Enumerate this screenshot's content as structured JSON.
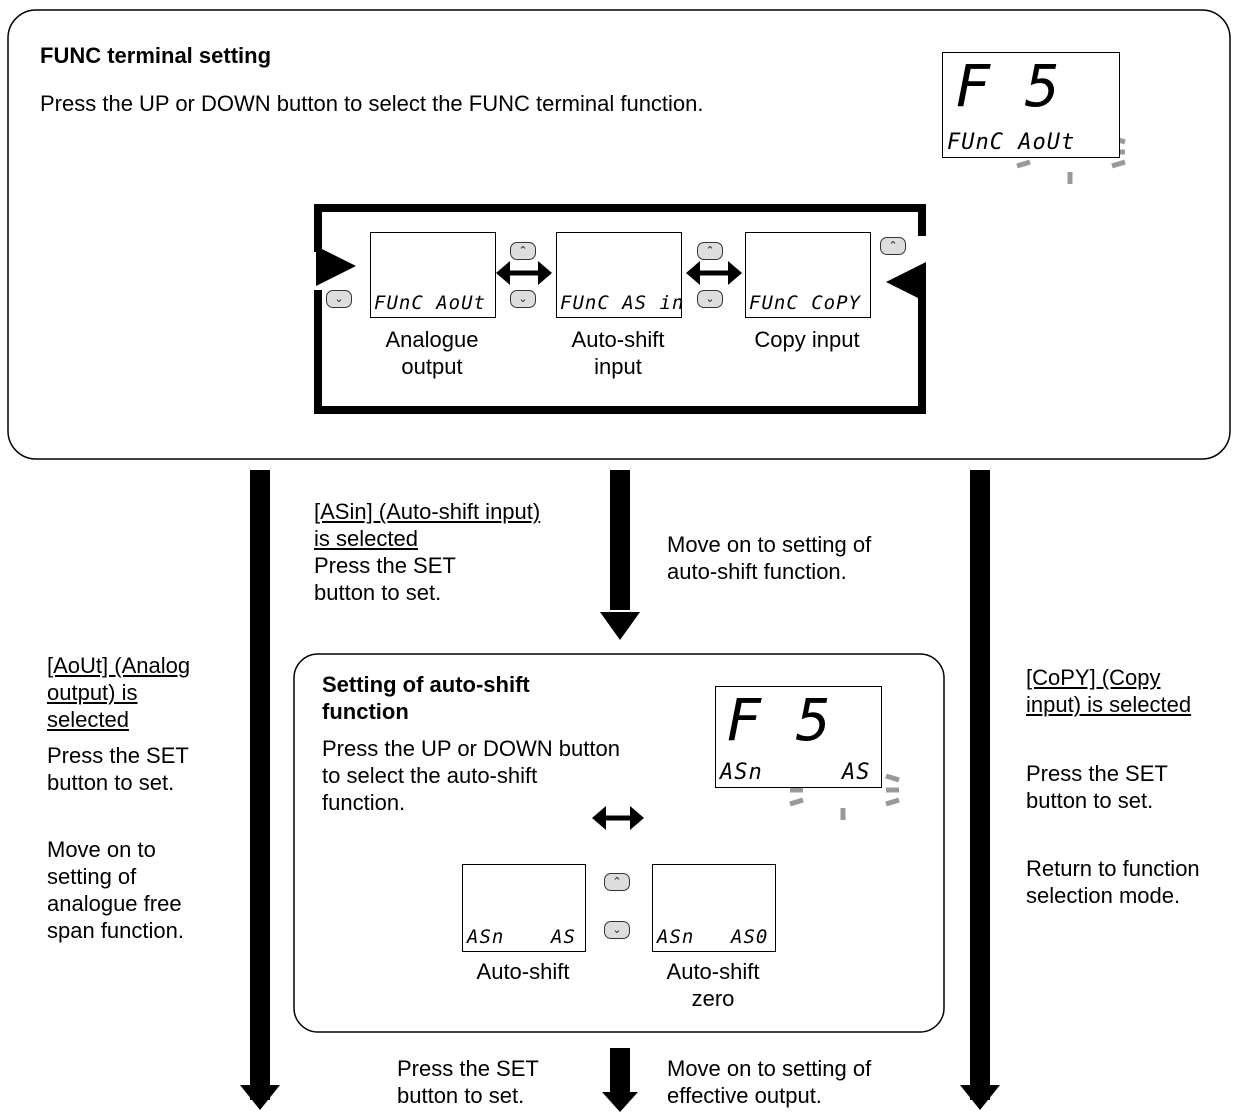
{
  "top_panel": {
    "title": "FUNC terminal setting",
    "instruction": "Press the UP or DOWN button to select the FUNC terminal function.",
    "main_display": {
      "big": "F   5",
      "small": "FUnC AoUt"
    },
    "cycle_options": [
      {
        "display": "FUnC AoUt",
        "label": "Analogue\noutput"
      },
      {
        "display": "FUnC AS in",
        "label": "Auto-shift\ninput"
      },
      {
        "display": "FUnC CoPY",
        "label": "Copy input"
      }
    ]
  },
  "branches": {
    "left": {
      "condition": "[AoUt] (Analog output) is selected",
      "action": "Press the SET button to set.",
      "next": "Move on to setting of analogue free span function."
    },
    "center": {
      "condition": "[ASin] (Auto-shift input) is selected",
      "action": "Press the SET button to set.",
      "next": "Move on to setting of auto-shift function."
    },
    "right": {
      "condition": "[CoPY] (Copy input) is selected",
      "action": "Press the SET button to set.",
      "next": "Return to function selection mode."
    }
  },
  "sub_panel": {
    "title": "Setting of auto-shift function",
    "instruction": "Press the UP or DOWN button to select the auto-shift function.",
    "main_display": {
      "big": "F   5",
      "left": "ASn",
      "right": "AS"
    },
    "options": [
      {
        "left": "ASn",
        "right": "AS",
        "label": "Auto-shift"
      },
      {
        "left": "ASn",
        "right": "AS0",
        "label": "Auto-shift\nzero"
      }
    ]
  },
  "bottom": {
    "action": "Press the SET button to set.",
    "next": "Move on to setting of effective output."
  },
  "icons": {
    "up": "up-button-icon",
    "down": "down-button-icon",
    "swap": "double-arrow-icon"
  },
  "colors": {
    "line": "#000000",
    "blink": "#999999",
    "button_fill": "#dddddd"
  }
}
